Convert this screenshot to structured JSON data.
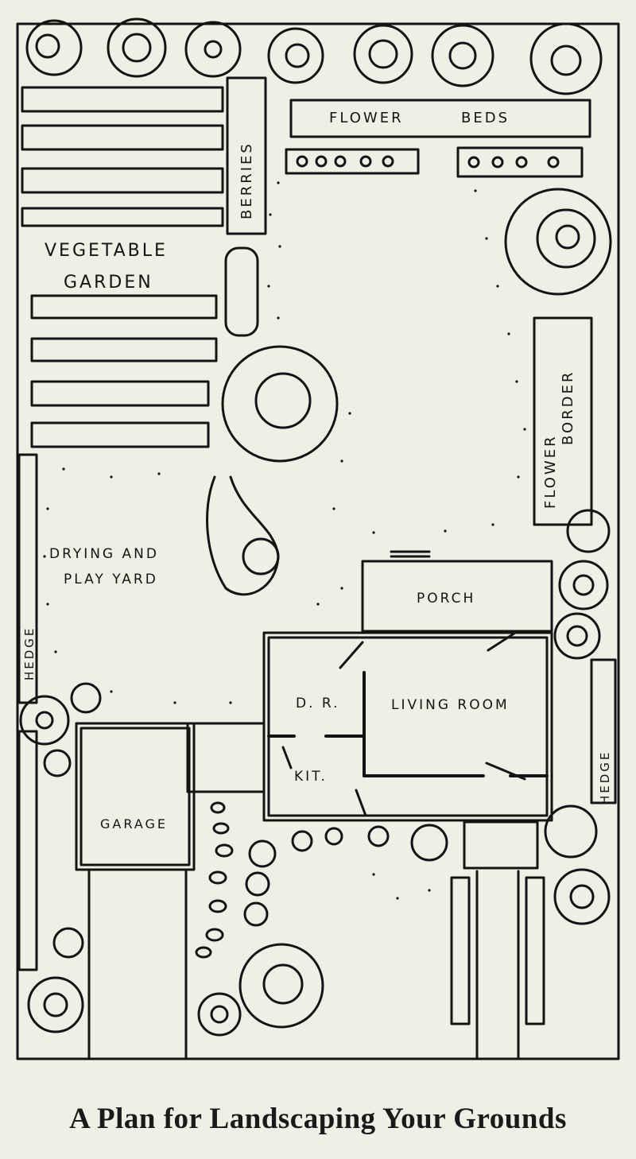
{
  "caption": "A Plan for Landscaping Your Grounds",
  "labels": {
    "flower_beds_word1": "FLOWER",
    "flower_beds_word2": "BEDS",
    "berries": "BERRIES",
    "vegetable": "VEGETABLE",
    "garden": "GARDEN",
    "flower_border_word1": "FLOWER",
    "flower_border_word2": "BORDER",
    "drying_line1": "DRYING AND",
    "drying_line2": "PLAY YARD",
    "hedge_left": "HEDGE",
    "porch": "PORCH",
    "dining_room": "D. R.",
    "living_room": "LIVING ROOM",
    "kitchen": "KIT.",
    "garage": "GARAGE",
    "hedge_right": "HEDGE"
  },
  "colors": {
    "ink": "#141414",
    "paper": "#efefe6"
  }
}
